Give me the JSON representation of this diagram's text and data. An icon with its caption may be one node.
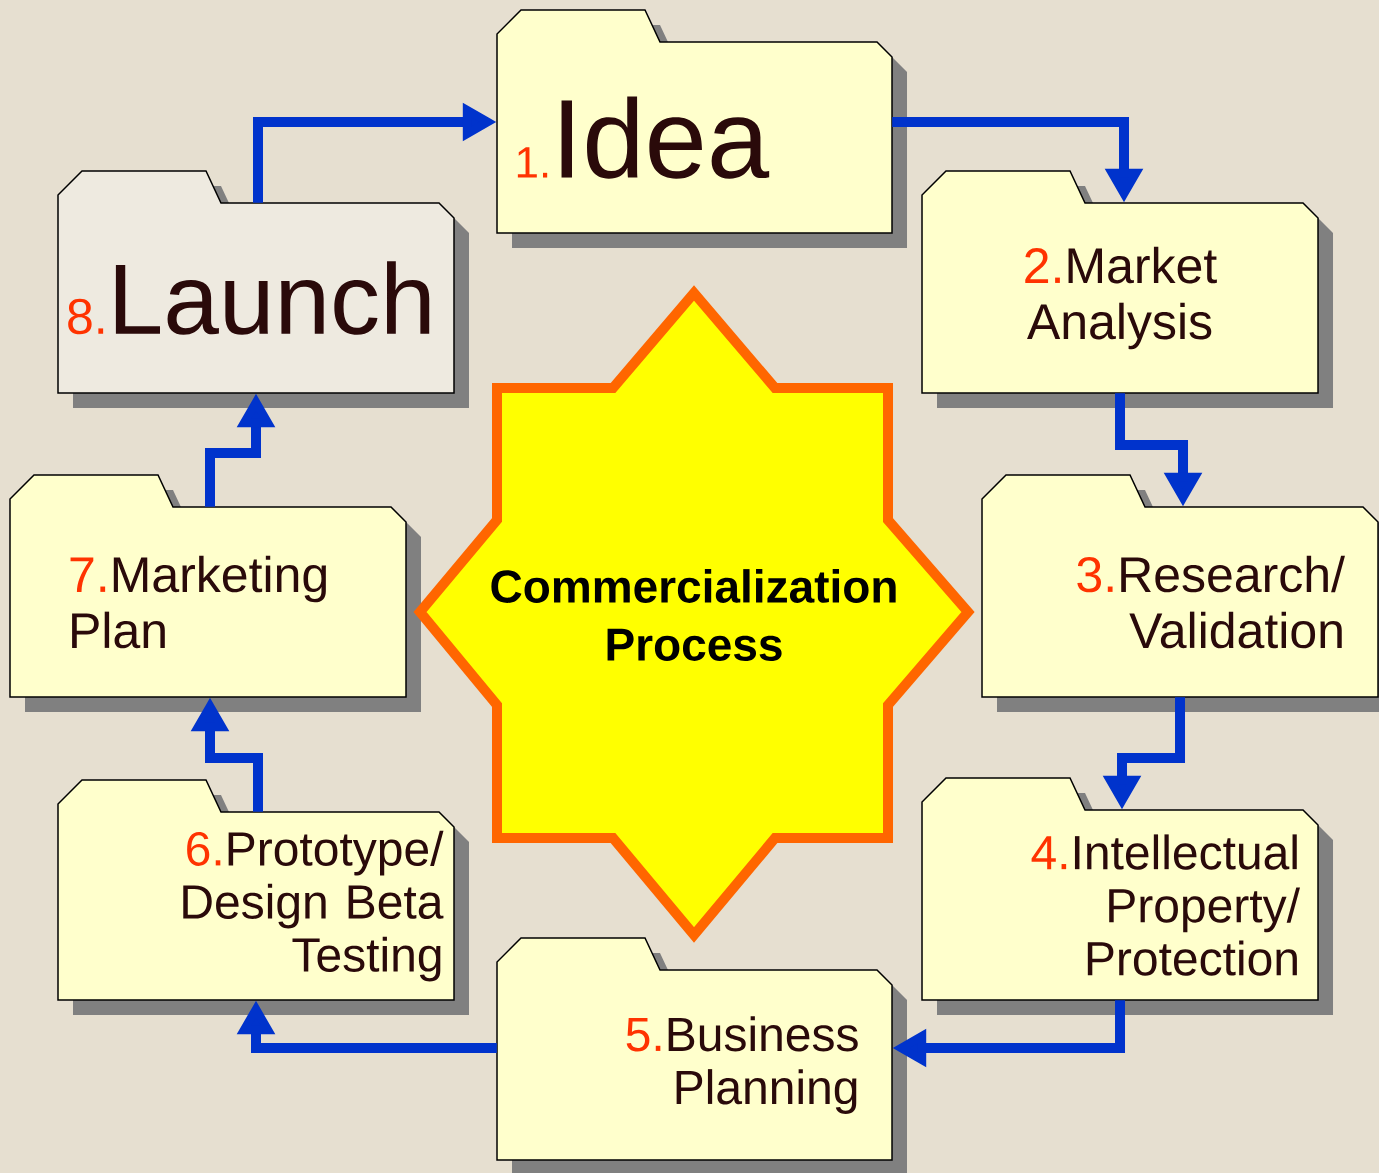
{
  "diagram": {
    "nodes": [
      {
        "text": [
          "1.",
          "Idea"
        ]
      },
      {
        "text": [
          "2.",
          "Market Analysis"
        ]
      },
      {
        "text": [
          "3.",
          "Research/ Validation"
        ]
      },
      {
        "text": [
          "4.",
          "Intellectual Property/ Protection"
        ]
      },
      {
        "text": [
          "5.",
          "Business Planning"
        ]
      },
      {
        "text": [
          "6.",
          "Prototype/ Design Beta Testing"
        ]
      },
      {
        "text": [
          "7.",
          "Marketing Plan"
        ]
      },
      {
        "text": [
          "8.",
          "Launch"
        ]
      },
      {
        "text": [
          "Commercialization Process"
        ]
      }
    ],
    "edges": [
      {
        "from": 0,
        "to": 1,
        "arrow": "to"
      },
      {
        "from": 1,
        "to": 2,
        "arrow": "to"
      },
      {
        "from": 2,
        "to": 3,
        "arrow": "to"
      },
      {
        "from": 3,
        "to": 4,
        "arrow": "to"
      },
      {
        "from": 4,
        "to": 5,
        "arrow": "to"
      },
      {
        "from": 5,
        "to": 6,
        "arrow": "to"
      },
      {
        "from": 6,
        "to": 7,
        "arrow": "to"
      },
      {
        "from": 7,
        "to": 0,
        "arrow": "to"
      }
    ]
  }
}
